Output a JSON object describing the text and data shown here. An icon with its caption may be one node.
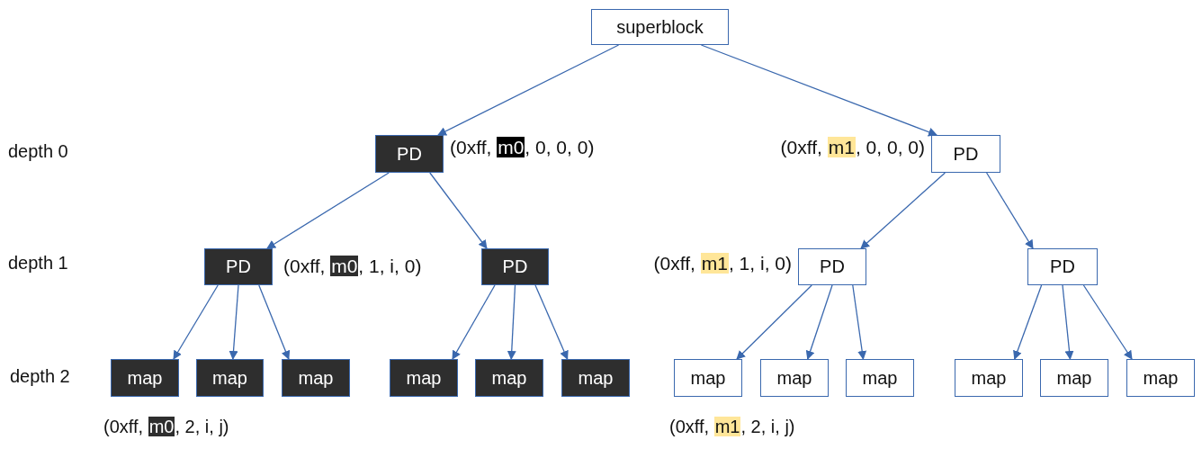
{
  "diagram": {
    "nodes": [
      {
        "text": [
          "superblock"
        ]
      },
      {
        "text": [
          "PD"
        ],
        "beside": [
          "(0xff, m0, 0, 0, 0)"
        ]
      },
      {
        "text": [
          "PD"
        ],
        "beside": [
          "(0xff, m1, 0, 0, 0)"
        ]
      },
      {
        "text": [
          "PD"
        ],
        "beside": [
          "(0xff, m0, 1, i, 0)"
        ]
      },
      {
        "text": [
          "PD"
        ]
      },
      {
        "text": [
          "PD"
        ],
        "beside": [
          "(0xff, m1, 1, i, 0)"
        ]
      },
      {
        "text": [
          "PD"
        ]
      },
      {
        "text": [
          "map"
        ]
      },
      {
        "text": [
          "map"
        ]
      },
      {
        "text": [
          "map"
        ]
      },
      {
        "text": [
          "map"
        ]
      },
      {
        "text": [
          "map"
        ]
      },
      {
        "text": [
          "map"
        ]
      },
      {
        "text": [
          "map"
        ]
      },
      {
        "text": [
          "map"
        ]
      },
      {
        "text": [
          "map"
        ]
      },
      {
        "text": [
          "map"
        ]
      },
      {
        "text": [
          "map"
        ]
      },
      {
        "text": [
          "map"
        ]
      }
    ],
    "edges": [
      {
        "from": 0,
        "to": 1,
        "arrow": "to"
      },
      {
        "from": 0,
        "to": 2,
        "arrow": "to"
      },
      {
        "from": 1,
        "to": 3,
        "arrow": "to"
      },
      {
        "from": 1,
        "to": 4,
        "arrow": "to"
      },
      {
        "from": 2,
        "to": 5,
        "arrow": "to"
      },
      {
        "from": 2,
        "to": 6,
        "arrow": "to"
      },
      {
        "from": 3,
        "to": 7,
        "arrow": "to"
      },
      {
        "from": 3,
        "to": 8,
        "arrow": "to"
      },
      {
        "from": 3,
        "to": 9,
        "arrow": "to"
      },
      {
        "from": 4,
        "to": 10,
        "arrow": "to"
      },
      {
        "from": 4,
        "to": 11,
        "arrow": "to"
      },
      {
        "from": 4,
        "to": 12,
        "arrow": "to"
      },
      {
        "from": 5,
        "to": 13,
        "arrow": "to"
      },
      {
        "from": 5,
        "to": 14,
        "arrow": "to"
      },
      {
        "from": 5,
        "to": 15,
        "arrow": "to"
      },
      {
        "from": 6,
        "to": 16,
        "arrow": "to"
      },
      {
        "from": 6,
        "to": 17,
        "arrow": "to"
      },
      {
        "from": 6,
        "to": 18,
        "arrow": "to"
      }
    ],
    "labels": [
      "depth 0",
      "depth 1",
      "depth 2",
      "(0xff, m0, 2, i, j)",
      "(0xff, m1, 2, i, j)"
    ]
  }
}
